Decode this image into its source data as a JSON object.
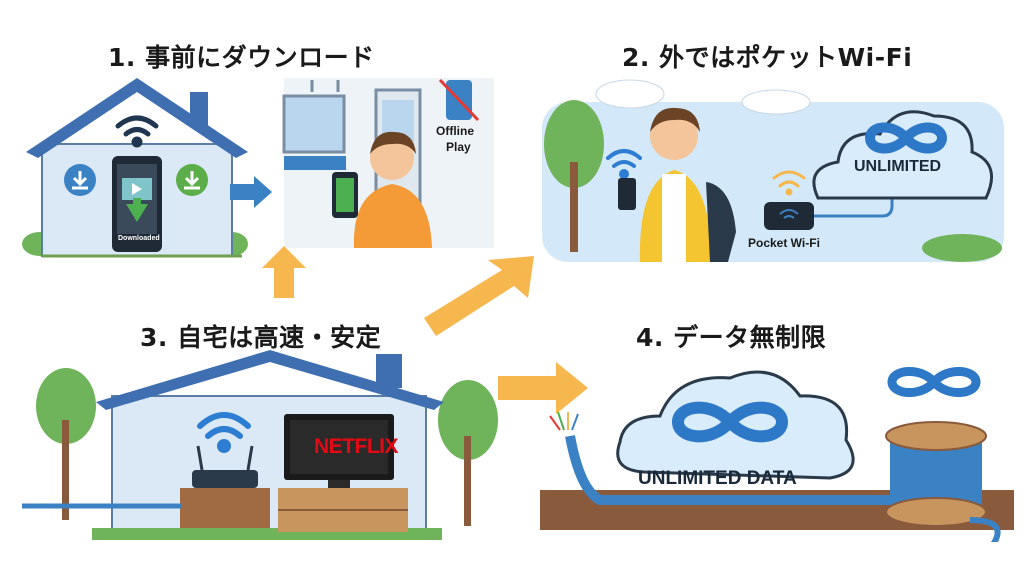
{
  "steps": [
    {
      "title": "1. 事前にダウンロード",
      "downloaded_label": "Downloaded",
      "offline_line1": "Offline",
      "offline_line2": "Play"
    },
    {
      "title": "2. 外ではポケットWi-Fi",
      "unlimited_label": "UNLIMITED",
      "pocket_wifi_label": "Pocket Wi-Fi"
    },
    {
      "title": "3. 自宅は高速・安定",
      "tv_brand": "NETFLIX"
    },
    {
      "title": "4. データ無制限",
      "unlimited_data_label": "UNLIMITED DATA"
    }
  ],
  "colors": {
    "arrow": "#f7b74f",
    "wifi_blue": "#2d7dd2",
    "house_wall": "#dbe9f7",
    "roof": "#3f6fb0",
    "cloud": "#d9ecfb",
    "infinity": "#2e79c7",
    "netflix_red": "#e50914",
    "sky": "#d3e8f8",
    "ground": "#8a5a3c"
  },
  "icons": [
    "wifi-icon",
    "download-icon",
    "play-icon",
    "no-phone-icon",
    "infinity-icon",
    "router-icon",
    "tv-icon",
    "cable-reel-icon"
  ]
}
